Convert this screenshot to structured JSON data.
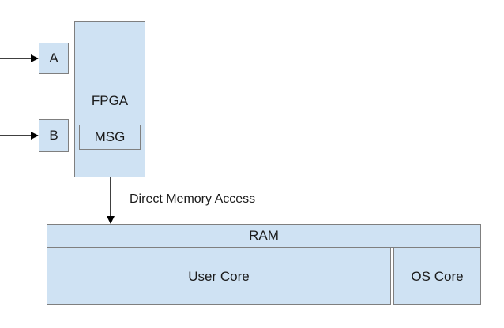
{
  "diagram": {
    "inputs": [
      {
        "label": "A"
      },
      {
        "label": "B"
      }
    ],
    "fpga": {
      "label": "FPGA",
      "inner": {
        "label": "MSG"
      }
    },
    "link_label": "Direct Memory Access",
    "memory": {
      "label": "RAM",
      "cores": [
        {
          "label": "User Core"
        },
        {
          "label": "OS Core"
        }
      ]
    },
    "colors": {
      "fill": "#cfe2f3",
      "border": "#7f7f7f",
      "arrow": "#000000"
    }
  }
}
